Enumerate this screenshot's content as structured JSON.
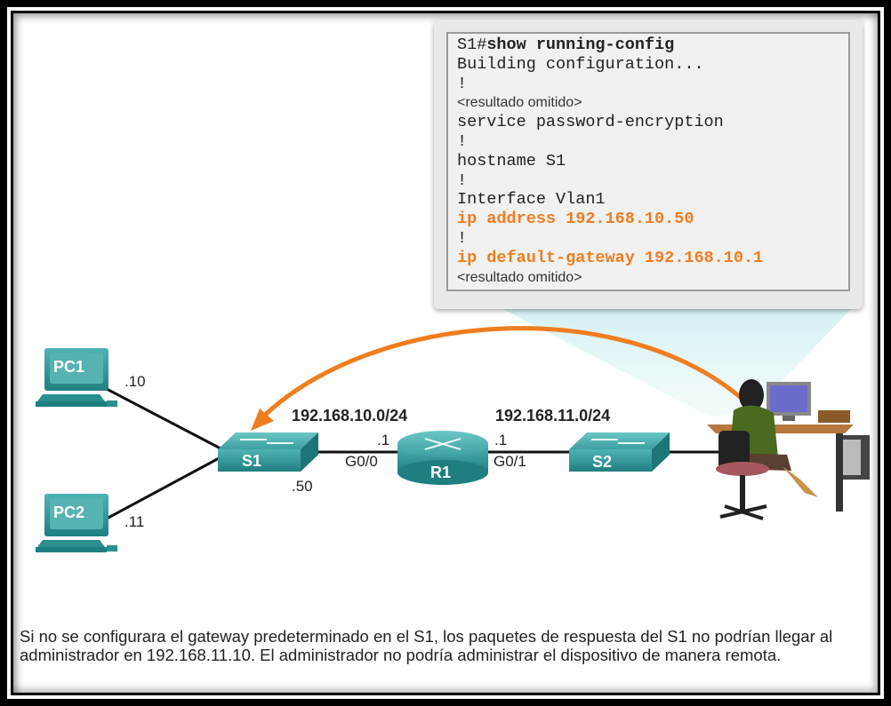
{
  "config_box": {
    "prompt": "S1#",
    "command": "show running-config",
    "lines": [
      {
        "text": "Building configuration...",
        "style": "mono"
      },
      {
        "text": "!",
        "style": "mono"
      },
      {
        "text": "<resultado omitido>",
        "style": "sans"
      },
      {
        "text": "service password-encryption",
        "style": "mono"
      },
      {
        "text": "!",
        "style": "mono"
      },
      {
        "text": "hostname S1",
        "style": "mono"
      },
      {
        "text": "!",
        "style": "mono"
      },
      {
        "text": "Interface Vlan1",
        "style": "mono"
      },
      {
        "text": "ip address 192.168.10.50",
        "style": "orange"
      },
      {
        "text": "!",
        "style": "mono"
      },
      {
        "text": "ip default-gateway 192.168.10.1",
        "style": "orange"
      },
      {
        "text": "<resultado omitido>",
        "style": "sans"
      }
    ]
  },
  "topology": {
    "devices": {
      "pc1": "PC1",
      "pc2": "PC2",
      "s1": "S1",
      "r1": "R1",
      "s2": "S2"
    },
    "labels": {
      "pc1_host": ".10",
      "pc2_host": ".11",
      "s1_host": ".50",
      "net_left": "192.168.10.0/24",
      "net_right": "192.168.11.0/24",
      "r1_left_ip": ".1",
      "r1_left_if": "G0/0",
      "r1_right_ip": ".1",
      "r1_right_if": "G0/1"
    },
    "colors": {
      "device_teal": "#2a8f8f",
      "arrow_orange": "#f07d1e"
    }
  },
  "caption": "Si no se configurara el gateway predeterminado en el S1, los paquetes de respuesta del S1 no podrían llegar al administrador en 192.168.11.10. El administrador no podría administrar el dispositivo de manera remota."
}
